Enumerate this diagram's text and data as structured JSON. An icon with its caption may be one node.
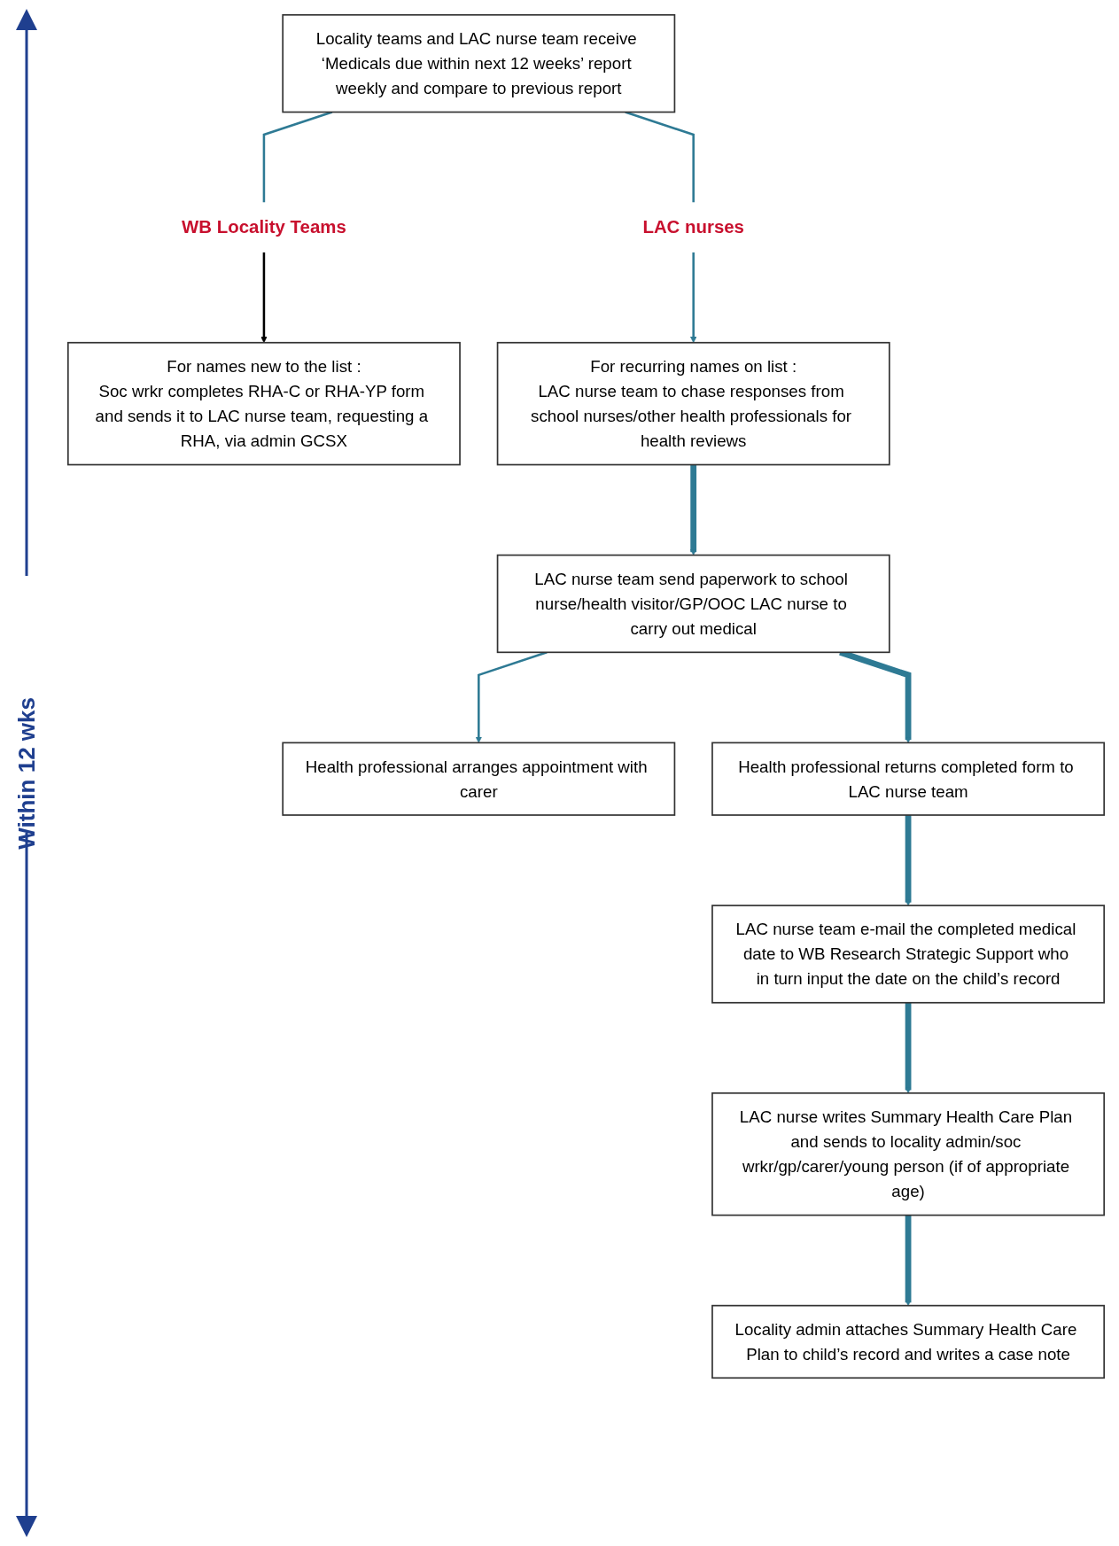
{
  "diagram": {
    "nodes": [
      {
        "text": [
          "Locality teams and LAC nurse team receive ‘Medicals due within next 12 weeks’ report weekly and compare to previous report"
        ]
      },
      {
        "text": [
          "WB Locality Teams"
        ]
      },
      {
        "text": [
          "LAC nurses"
        ]
      },
      {
        "text": [
          "For names new to the list :",
          "Soc wrkr completes RHA-C or RHA-YP form and sends it to LAC nurse team, requesting a RHA, via admin GCSX"
        ]
      },
      {
        "text": [
          "For recurring names on list :",
          "LAC nurse team to chase responses from school nurses/other health professionals for health reviews"
        ]
      },
      {
        "text": [
          "LAC nurse team send paperwork to school nurse/health visitor/GP/OOC LAC nurse to carry out medical"
        ]
      },
      {
        "text": [
          "Health professional arranges appointment with carer"
        ]
      },
      {
        "text": [
          "Health professional returns completed form to LAC nurse team"
        ]
      },
      {
        "text": [
          "LAC nurse team e-mail the completed medical date to WB Research Strategic Support who in turn input the date on the child’s record"
        ]
      },
      {
        "text": [
          "LAC nurse writes Summary Health Care Plan and sends to locality admin/soc wrkr/gp/carer/young person (if of appropriate age)"
        ]
      },
      {
        "text": [
          "Locality admin attaches Summary Health Care Plan to child’s record and writes a case note"
        ]
      }
    ],
    "edges": [
      {
        "from": 0,
        "to": 1,
        "arrow": "none"
      },
      {
        "from": 0,
        "to": 2,
        "arrow": "none"
      },
      {
        "from": 1,
        "to": 3,
        "arrow": "to",
        "color": "#000000"
      },
      {
        "from": 2,
        "to": 4,
        "arrow": "to"
      },
      {
        "from": 4,
        "to": 5,
        "arrow": "to",
        "style": "thick"
      },
      {
        "from": 5,
        "to": 6,
        "arrow": "to"
      },
      {
        "from": 5,
        "to": 7,
        "arrow": "to",
        "style": "thick"
      },
      {
        "from": 7,
        "to": 8,
        "arrow": "to",
        "style": "thick"
      },
      {
        "from": 8,
        "to": 9,
        "arrow": "to",
        "style": "thick"
      },
      {
        "from": 9,
        "to": 10,
        "arrow": "to",
        "style": "thick"
      }
    ],
    "labels": [
      "Within 12 wks"
    ]
  }
}
